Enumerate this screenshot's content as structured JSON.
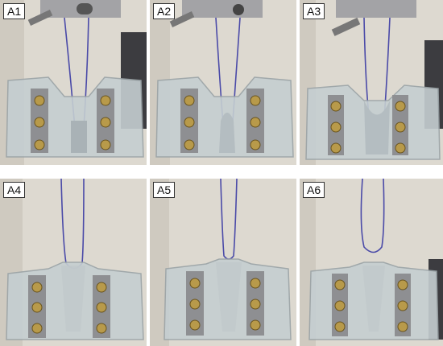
{
  "figure": {
    "panels": [
      {
        "label": "A1",
        "stage": "top-clamp-thread-through-mould"
      },
      {
        "label": "A2",
        "stage": "thread-pulled-into-gel"
      },
      {
        "label": "A3",
        "stage": "thread-loop-lifting-gel"
      },
      {
        "label": "A4",
        "stage": "loop-at-gel-surface"
      },
      {
        "label": "A5",
        "stage": "loop-exiting-gel"
      },
      {
        "label": "A6",
        "stage": "loop-free-above-mould"
      }
    ],
    "colors": {
      "thread": "#4a4aa8",
      "background": "#d8d4cc",
      "acrylic": "#c7d0d3",
      "metal-plate": "#8e8f92",
      "screw": "#b89a4a",
      "clamp": "#9a9a9a"
    }
  }
}
